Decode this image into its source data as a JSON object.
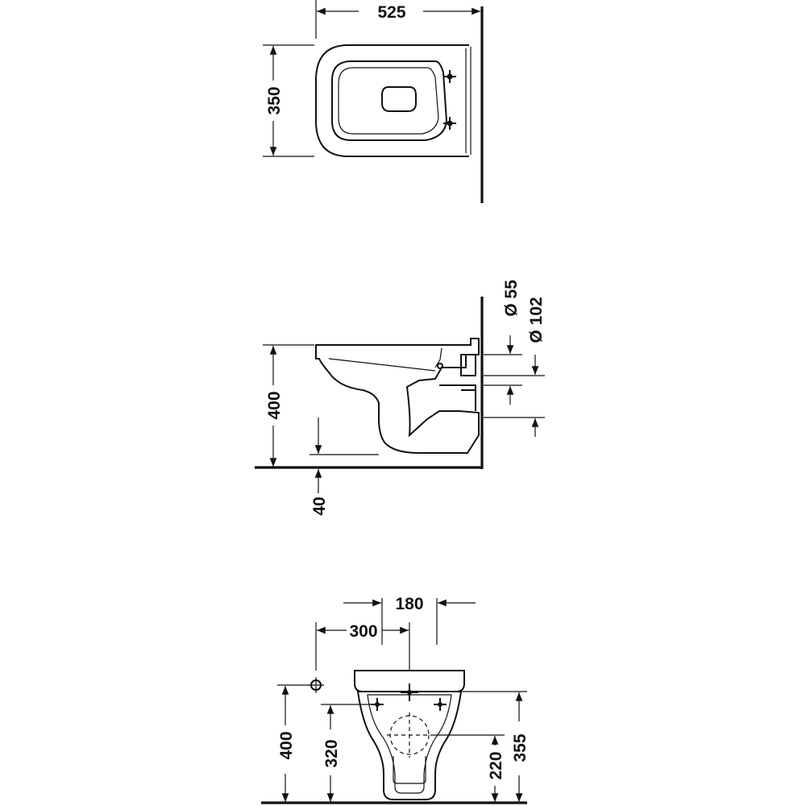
{
  "top_view": {
    "width_label": "525",
    "depth_label": "350"
  },
  "side_view": {
    "height_label": "400",
    "floor_offset_label": "40",
    "diameter_small_label": "Ø 55",
    "diameter_large_label": "Ø 102"
  },
  "front_view": {
    "bolt_spacing_label": "180",
    "offset_label": "300",
    "total_height_label": "400",
    "inlet_height_label": "320",
    "rim_height_label": "355",
    "outlet_height_label": "220"
  },
  "colors": {
    "line": "#111111",
    "background": "#ffffff"
  }
}
